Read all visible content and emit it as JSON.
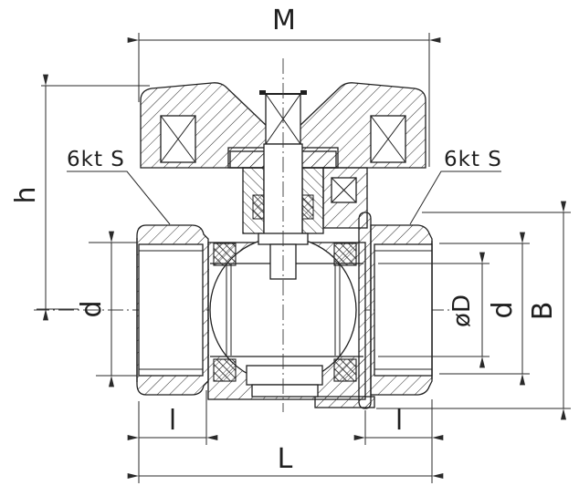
{
  "drawing": {
    "kind": "ball-valve-cross-section",
    "colors": {
      "background": "#ffffff",
      "line": "#1f1f1f",
      "dimension_line": "#2a2a2a"
    },
    "dimensions": {
      "handle_width": "M",
      "height": "h",
      "thread_left": "d",
      "thread_length_left": "l",
      "overall_length": "L",
      "thread_length_right": "l",
      "bore_diameter": "øD",
      "thread_right": "d",
      "body_width": "B"
    },
    "notes": {
      "hex_left": "6kt S",
      "hex_right": "6kt S"
    }
  }
}
